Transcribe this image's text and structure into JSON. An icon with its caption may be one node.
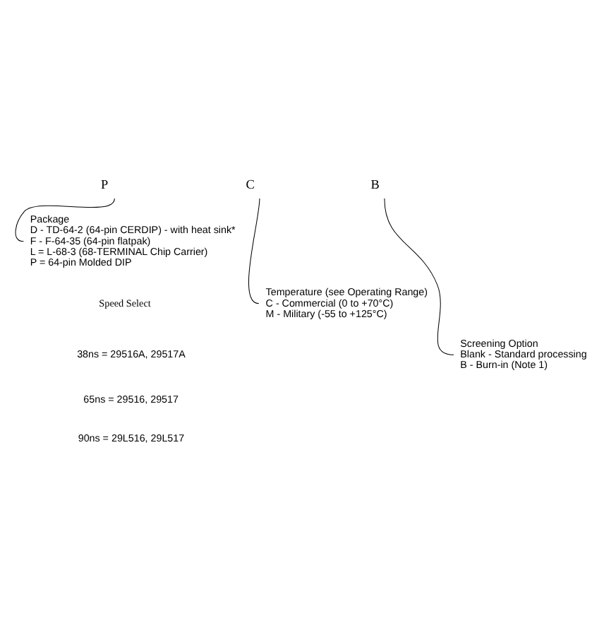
{
  "diagram": {
    "nodes": [
      {
        "text": [
          "P"
        ]
      },
      {
        "text": [
          "C"
        ]
      },
      {
        "text": [
          "B"
        ]
      },
      {
        "text": [
          "Screening Option",
          "Blank - Standard processing",
          "B - Burn-in (Note 1)"
        ]
      },
      {
        "text": [
          "Temperature (see Operating Range)",
          "C - Commercial (0 to +70°C)",
          "M - Military (-55 to +125°C)"
        ]
      },
      {
        "text": [
          "Package",
          "D - TD-64-2 (64-pin CERDIP) - with heat sink*",
          "F - F-64-35 (64-pin flatpak)",
          "L = L-68-3 (68-TERMINAL Chip Carrier)",
          "P = 64-pin Molded DIP"
        ]
      }
    ],
    "edges": [
      {
        "from": 2,
        "to": 3,
        "arrow": "none"
      },
      {
        "from": 1,
        "to": 4,
        "arrow": "none"
      },
      {
        "from": 0,
        "to": 5,
        "arrow": "none"
      }
    ],
    "labels": [
      "Speed Select",
      "38ns = 29516A, 29517A",
      "65ns = 29516, 29517",
      "90ns = 29L516, 29L517"
    ]
  }
}
